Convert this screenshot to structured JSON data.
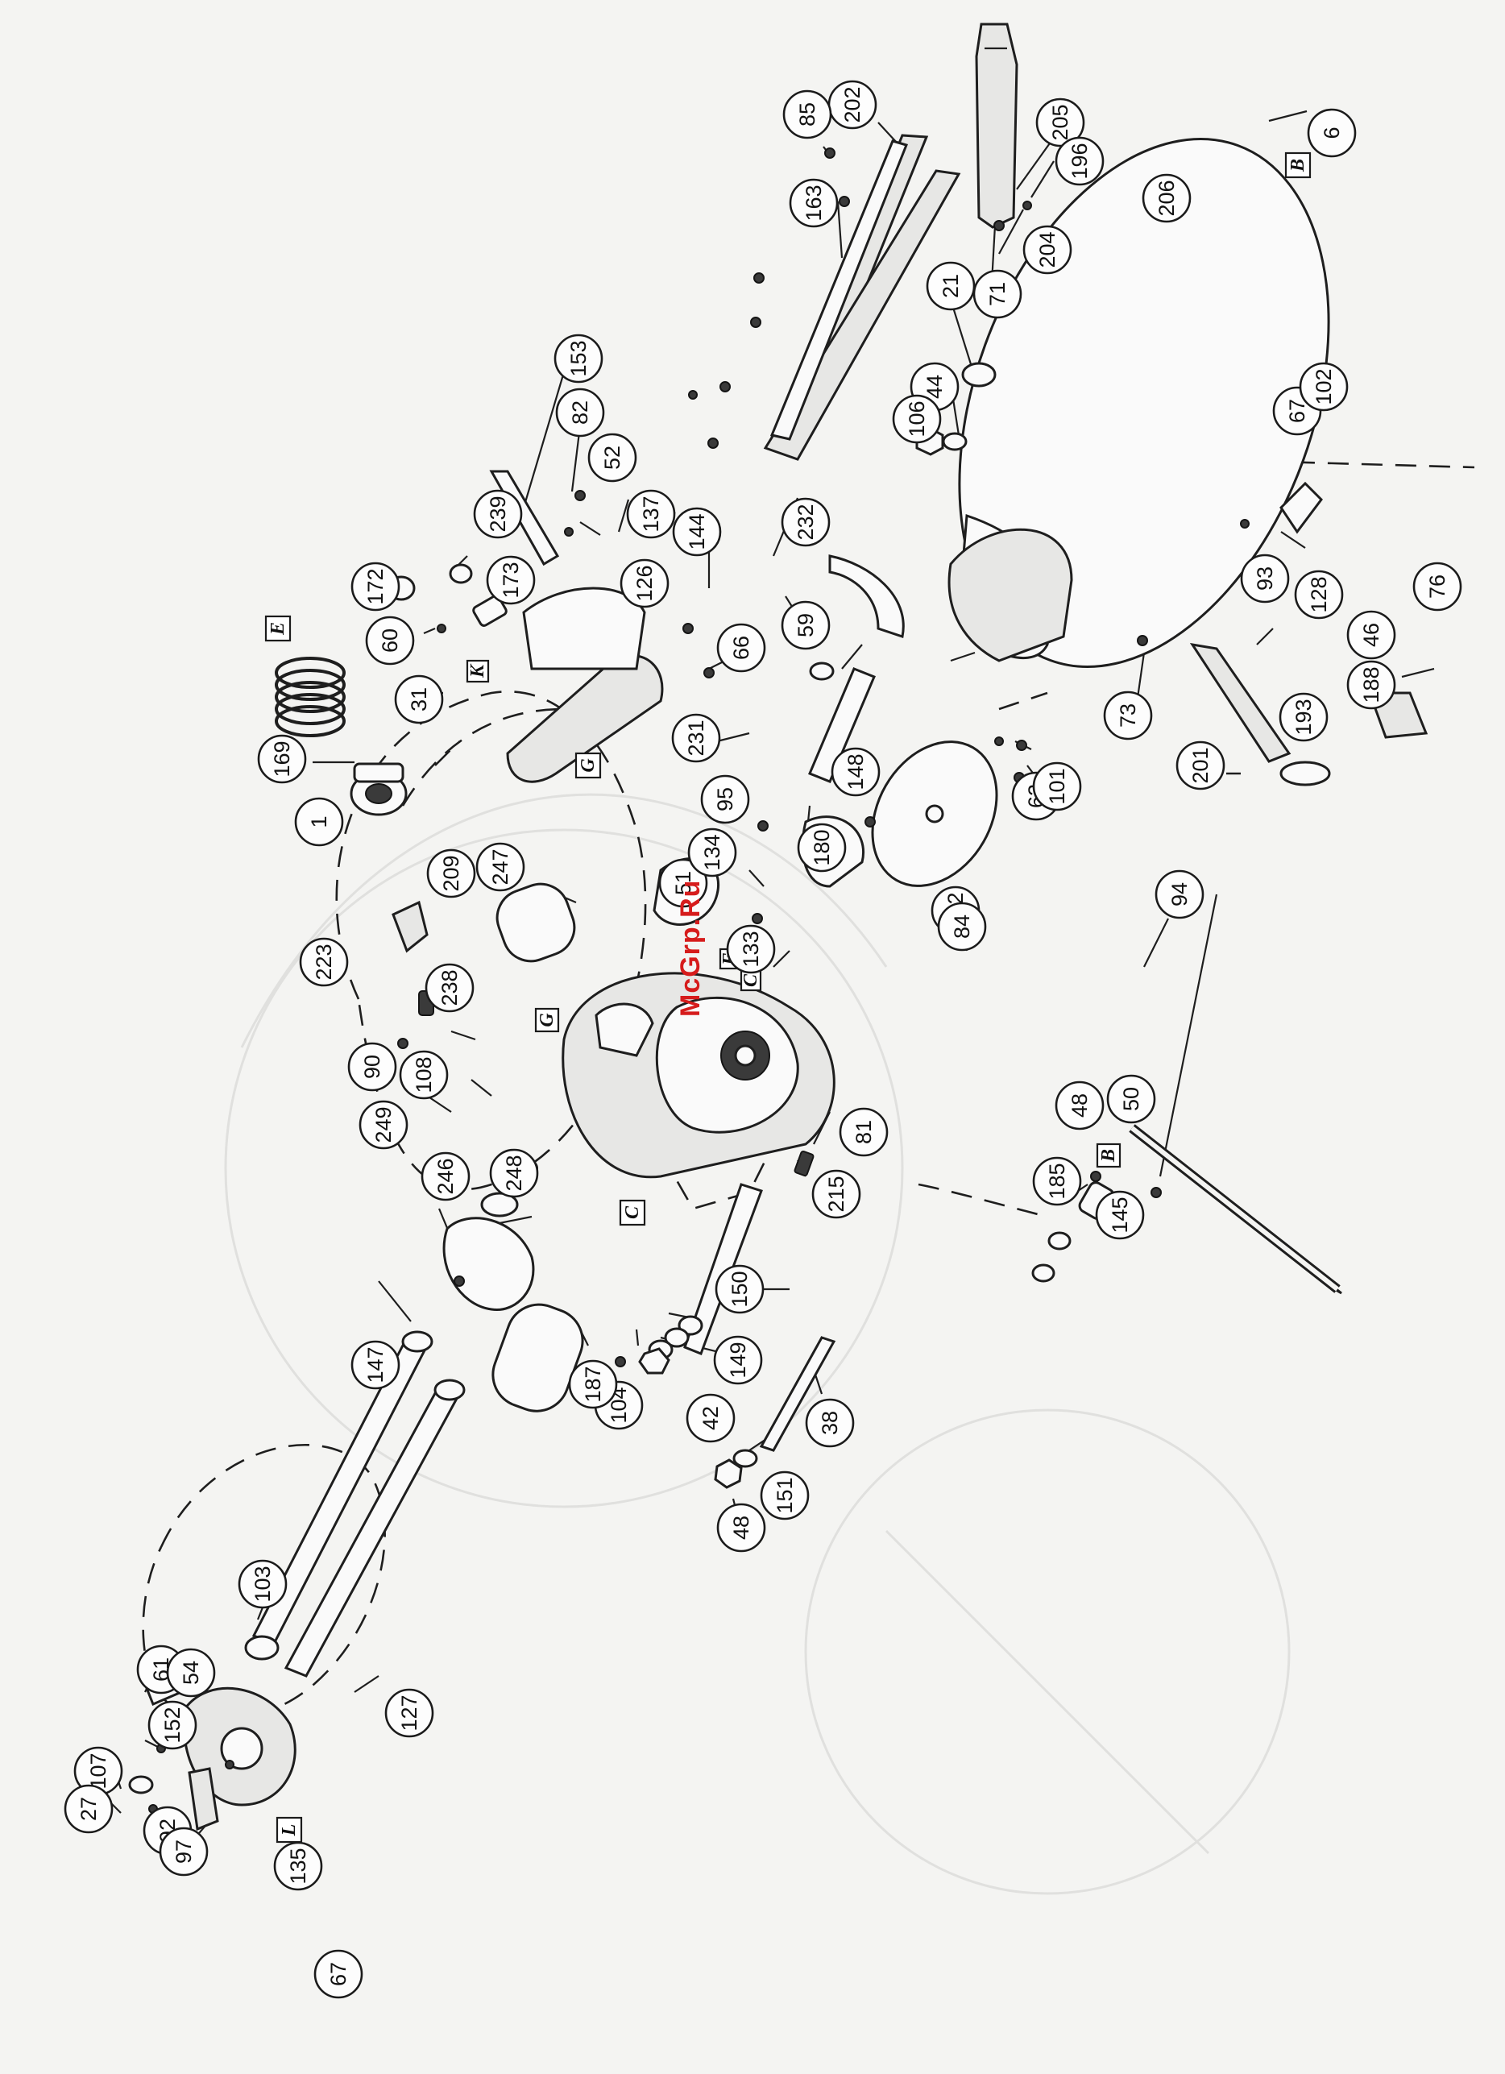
{
  "diagram": {
    "callouts": [
      "202",
      "85",
      "205",
      "196",
      "163",
      "204",
      "71",
      "206",
      "6",
      "21",
      "44",
      "106",
      "153",
      "82",
      "52",
      "137",
      "239",
      "173",
      "172",
      "60",
      "31",
      "126",
      "144",
      "169",
      "1",
      "66",
      "231",
      "232",
      "59",
      "148",
      "67",
      "102",
      "93",
      "128",
      "73",
      "62",
      "101",
      "201",
      "193",
      "188",
      "46",
      "76",
      "95",
      "51",
      "134",
      "180",
      "133",
      "242",
      "84",
      "247",
      "209",
      "223",
      "238",
      "90",
      "108",
      "249",
      "248",
      "246",
      "81",
      "215",
      "185",
      "48",
      "50",
      "145",
      "94",
      "150",
      "149",
      "42",
      "104",
      "187",
      "38",
      "147",
      "151",
      "48",
      "103",
      "61",
      "54",
      "127",
      "152",
      "107",
      "27",
      "92",
      "97",
      "135",
      "67"
    ],
    "reference_letters": [
      "E",
      "K",
      "G",
      "B",
      "B",
      "C",
      "G",
      "E",
      "C",
      "L"
    ],
    "watermark": "McGrp.Ru"
  }
}
